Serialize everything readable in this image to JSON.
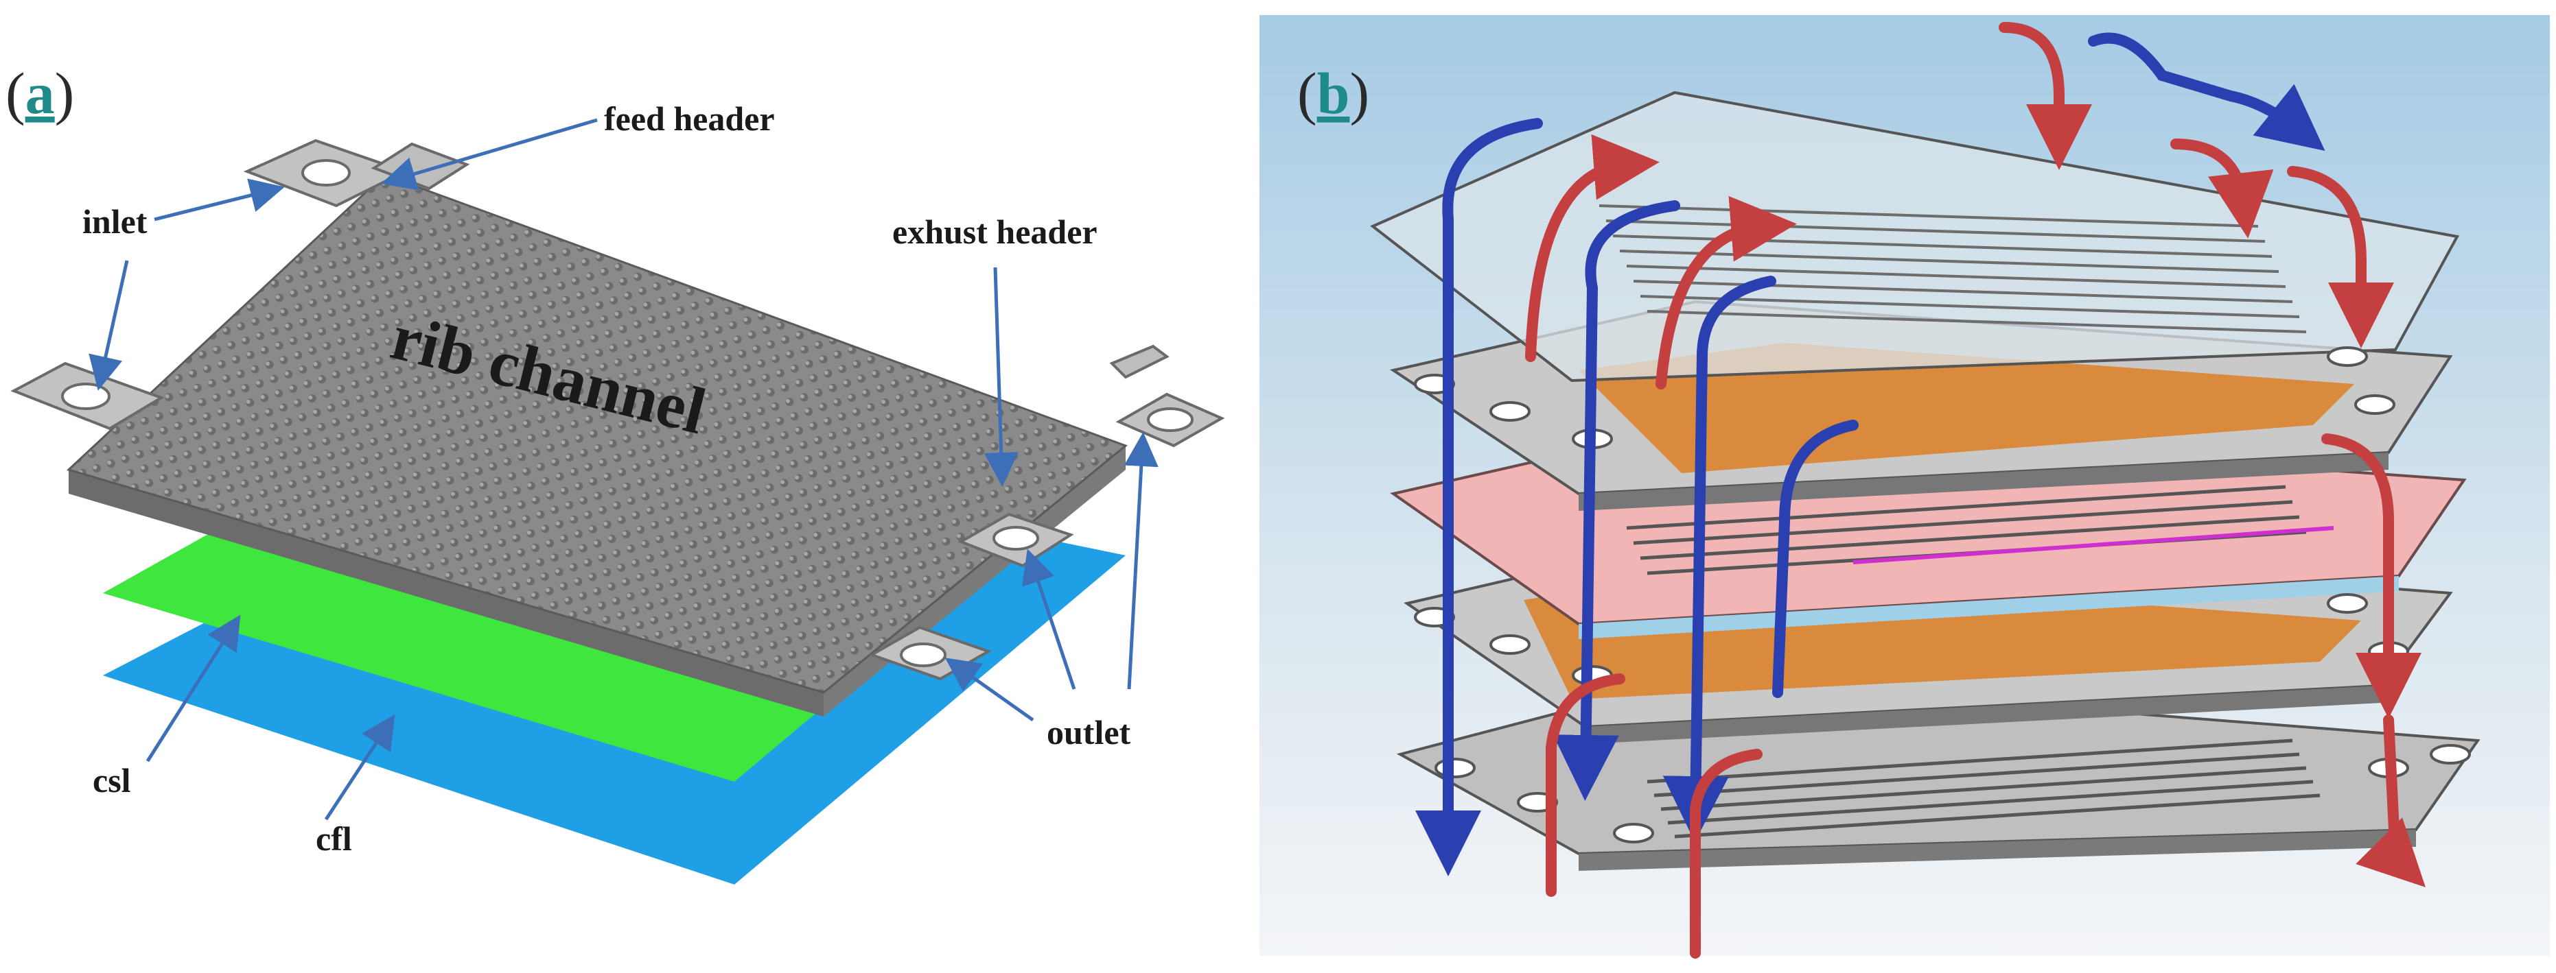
{
  "panel_a": {
    "label_open": "(",
    "label_letter": "a",
    "label_close": ")",
    "labels": {
      "inlet": "inlet",
      "feed_header": "feed header",
      "rib_channel": "rib channel",
      "exhust_header": "exhust header",
      "outlet": "outlet",
      "csl": "csl",
      "cfl": "cfl"
    }
  },
  "panel_b": {
    "label_open": "(",
    "label_letter": "b",
    "label_close": ")"
  },
  "colors": {
    "rib_plate": "#8c8c8c",
    "csl_layer": "#3ee63e",
    "cfl_layer": "#1fa0e6",
    "leader_arrow": "#3d6fb8",
    "membrane": "#d98a3c",
    "bipolar_plate": "#c9c9c9",
    "pink_plate": "#f2b5b5",
    "flow_blue": "#2a3fb0",
    "flow_red": "#c44040",
    "bg_gradient_top": "#a9cde6",
    "bg_gradient_bottom": "#f2f4f6"
  }
}
